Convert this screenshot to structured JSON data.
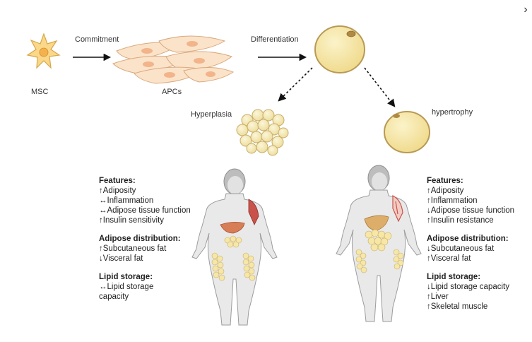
{
  "nav": {
    "next_icon": "›"
  },
  "labels": {
    "msc": "MSC",
    "apcs": "APCs",
    "commitment": "Commitment",
    "differentiation": "Differentiation",
    "hyperplasia": "Hyperplasia",
    "hypertrophy": "hypertrophy"
  },
  "left_panel": {
    "features_header": "Features:",
    "features": [
      "↑Adiposity",
      "↔Inflammation",
      "↔Adipose tissue function",
      "↑Insulin sensitivity"
    ],
    "distribution_header": "Adipose distribution:",
    "distribution": [
      "↑Subcutaneous fat",
      "↓Visceral fat"
    ],
    "lipid_header": "Lipid storage:",
    "lipid": [
      "↔Lipid storage",
      "capacity"
    ]
  },
  "right_panel": {
    "features_header": "Features:",
    "features": [
      "↑Adiposity",
      "↑Inflammation",
      "↓Adipose tissue function",
      "↑Insulin resistance"
    ],
    "distribution_header": "Adipose distribution:",
    "distribution": [
      "↓Subcutaneous fat",
      "↑Visceral fat"
    ],
    "lipid_header": "Lipid storage:",
    "lipid": [
      "↓Lipid storage capacity",
      "↑Liver",
      "↑Skeletal muscle"
    ]
  },
  "colors": {
    "cell_fill": "#f6e7a6",
    "cell_stroke": "#b89a55",
    "apc_fill": "#fbe3c9",
    "apc_nucleus": "#f2b48a",
    "msc_fill": "#fbd789",
    "body_fill": "#e9e9e9",
    "body_stroke": "#9c9c9c",
    "liver": "#d77e57",
    "muscle": "#c9524a"
  }
}
